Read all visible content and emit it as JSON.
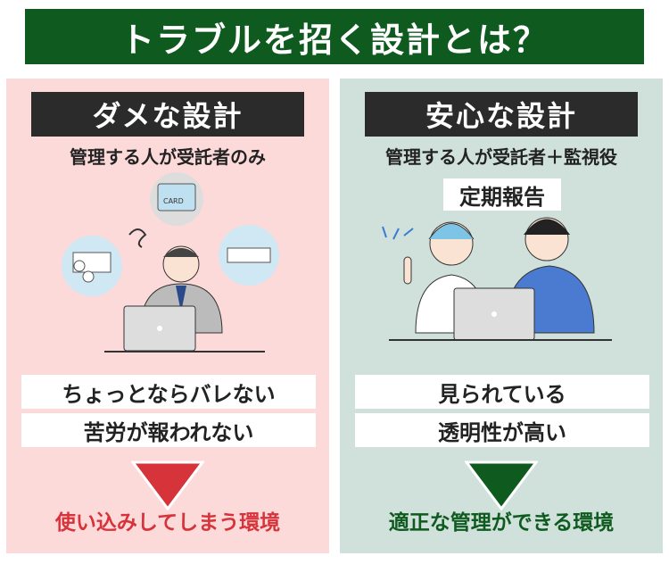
{
  "title": "トラブルを招く設計とは？",
  "bad": {
    "header": "ダメな設計",
    "subtitle": "管理する人が受託者のみ",
    "card_label": "CARD",
    "points": [
      "ちょっとならバレない",
      "苦労が報われない"
    ],
    "result": "使い込みしてしまう環境",
    "color": "#d6333a"
  },
  "good": {
    "header": "安心な設計",
    "subtitle": "管理する人が受託者＋監視役",
    "tag": "定期報告",
    "points": [
      "見られている",
      "透明性が高い"
    ],
    "result": "適正な管理ができる環境",
    "color": "#0f5a1f"
  }
}
